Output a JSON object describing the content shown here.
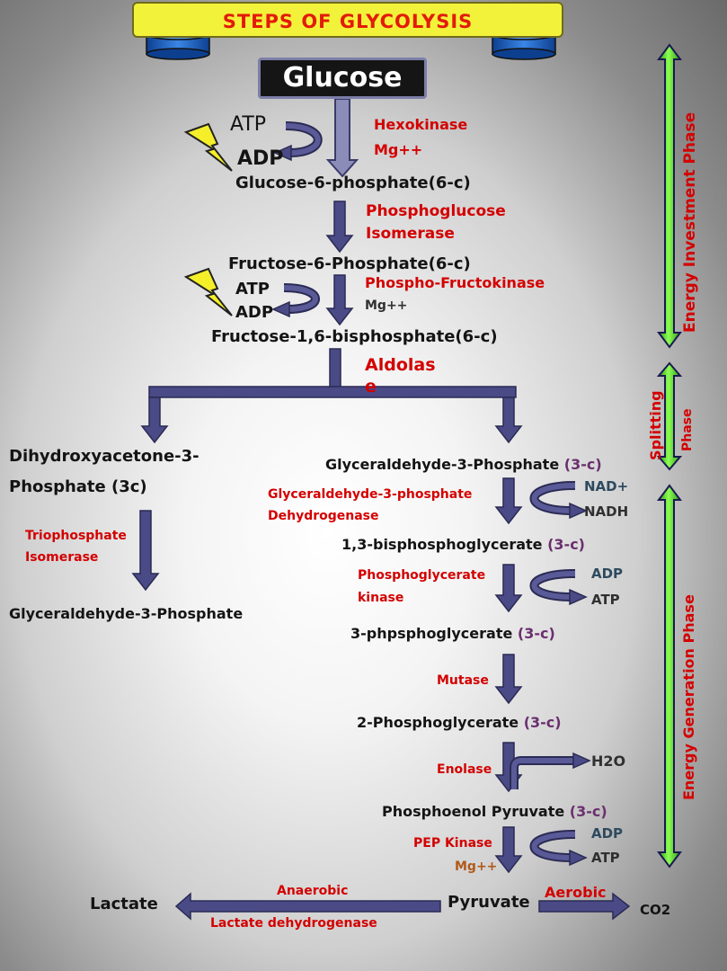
{
  "title": "STEPS OF GLYCOLYSIS",
  "start": "Glucose",
  "phases": {
    "investment": "Energy Investment Phase",
    "splitting_a": "Splitting",
    "splitting_b": "Phase",
    "generation": "Energy Generation Phase"
  },
  "step1": {
    "in": "ATP",
    "out": "ADP",
    "enzyme": "Hexokinase",
    "cofactor": "Mg++",
    "product": "Glucose-6-phosphate(6-c)"
  },
  "step2": {
    "enzyme_line1": "Phosphoglucose",
    "enzyme_line2": "Isomerase",
    "product": "Fructose-6-Phosphate(6-c)"
  },
  "step3": {
    "in": "ATP",
    "out": "ADP",
    "enzyme": "Phospho-Fructokinase",
    "cofactor": "Mg++",
    "product": "Fructose-1,6-bisphosphate(6-c)"
  },
  "step4": {
    "enzyme_line1": "Aldolas",
    "enzyme_line2": "e"
  },
  "left_branch": {
    "product_line1": "Dihydroxyacetone-3-",
    "product_line2": "Phosphate (3c)",
    "enzyme_line1": "Triophosphate",
    "enzyme_line2": "Isomerase",
    "final": "Glyceraldehyde-3-Phosphate"
  },
  "right_branch": {
    "g3p": "Glyceraldehyde-3-Phosphate",
    "g3p_carbons": "(3-c)",
    "g3pdh_line1": "Glyceraldehyde-3-phosphate",
    "g3pdh_line2": "Dehydrogenase",
    "nad": "NAD+",
    "nadh": "NADH",
    "bpg": "1,3-bisphosphoglycerate",
    "bpg_carbons": "(3-c)",
    "pgk_line1": "Phosphoglycerate",
    "pgk_line2": "kinase",
    "pgk_in": "ADP",
    "pgk_out": "ATP",
    "pg3": "3-phpsphoglycerate",
    "pg3_carbons": "(3-c)",
    "mutase": "Mutase",
    "pg2": "2-Phosphoglycerate",
    "pg2_carbons": "(3-c)",
    "enolase": "Enolase",
    "water": "H2O",
    "pep": "Phosphoenol Pyruvate",
    "pep_carbons": "(3-c)",
    "pk": "PEP Kinase",
    "pk_in": "ADP",
    "pk_out": "ATP",
    "pk_cofactor": "Mg++",
    "pyruvate": "Pyruvate"
  },
  "anaerobic": {
    "label": "Anaerobic",
    "enzyme": "Lactate dehydrogenase",
    "product": "Lactate"
  },
  "aerobic": {
    "label": "Aerobic",
    "product": "CO2"
  },
  "colors": {
    "arrow": "#4a4a86",
    "arrow_outline": "#2b2b55",
    "phase_bar": "#6dfb3c",
    "title_bg": "#f3f23a",
    "title_text": "#e31b0a",
    "enzyme": "#d40000"
  }
}
